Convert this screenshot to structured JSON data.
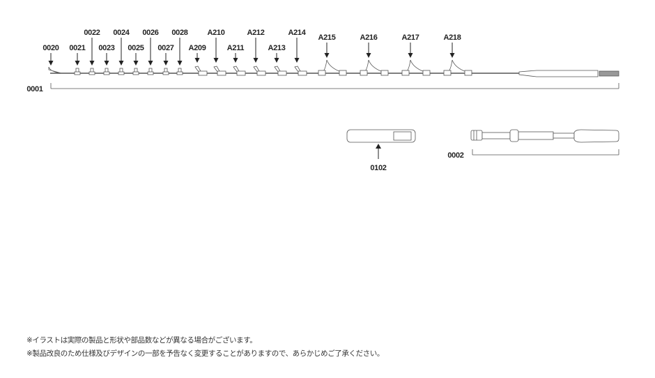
{
  "diagram": {
    "rod": {
      "assembly_label": "0001",
      "part_labels": [
        "0020",
        "0021",
        "0022",
        "0023",
        "0024",
        "0025",
        "0026",
        "0027",
        "0028",
        "A209",
        "A210",
        "A211",
        "A212",
        "A213",
        "A214",
        "A215",
        "A216",
        "A217",
        "A218"
      ]
    },
    "cap": {
      "label": "0102"
    },
    "handle": {
      "assembly_label": "0002"
    }
  },
  "notes": [
    "※イラストは実際の製品と形状や部品数などが異なる場合がございます。",
    "※製品改良のため仕様及びデザインの一部を予告なく変更することがありますので、あらかじめご了承ください。"
  ],
  "colors": {
    "line": "#555555",
    "text": "#222222",
    "butt": "#999999"
  }
}
